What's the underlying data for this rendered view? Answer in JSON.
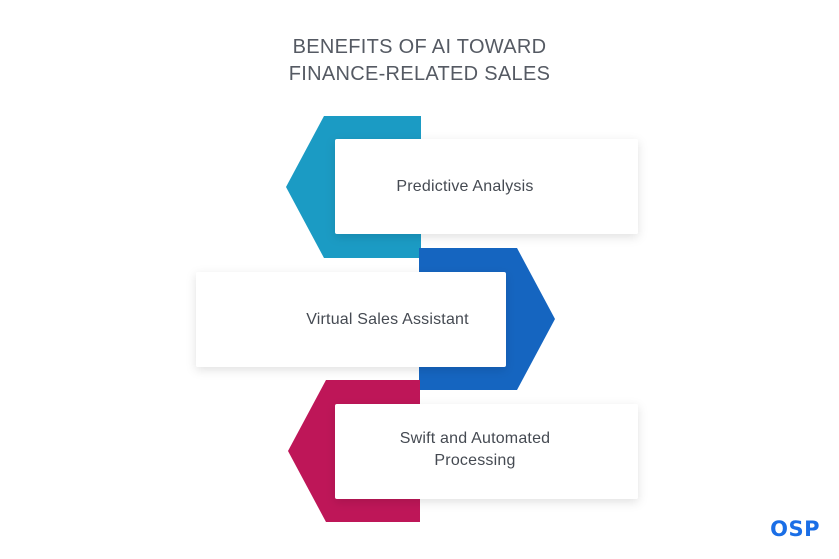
{
  "title": {
    "line1": "BENEFITS OF AI TOWARD",
    "line2": "FINANCE-RELATED SALES"
  },
  "steps": [
    {
      "label": "Predictive Analysis",
      "color": "#1b9bc4"
    },
    {
      "label": "Virtual Sales Assistant",
      "color": "#1565c0"
    },
    {
      "label": "Swift and Automated Processing",
      "color": "#be1658"
    }
  ],
  "logo": {
    "text": "OSP",
    "color": "#1a6ee6"
  }
}
